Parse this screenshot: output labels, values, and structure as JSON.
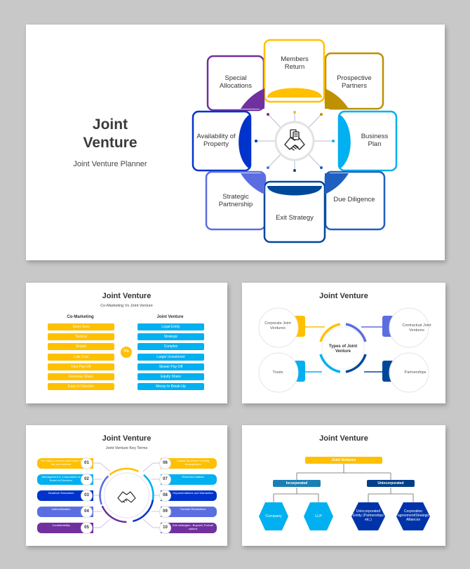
{
  "colors": {
    "yellow": "#ffc000",
    "olive": "#bf9000",
    "purple": "#7030a0",
    "blue": "#0033cc",
    "sky": "#00b0f0",
    "periwinkle": "#5b6ee1",
    "navy": "#00489a"
  },
  "icons": [
    "handshake-icon"
  ],
  "slide1": {
    "title": "Joint Venture",
    "subtitle": "Joint Venture Planner",
    "petals": {
      "top": "Members Return",
      "top_right": "Prospective Partners",
      "right": "Business Plan",
      "bottom_right": "Due Diligence",
      "bottom": "Exit Strategy",
      "bottom_left": "Strategic Partnership",
      "left": "Availability of Property",
      "top_left": "Special Allocations"
    }
  },
  "slide2": {
    "title": "Joint Venture",
    "subtitle": "Co-Marketing Vs Joint Venture",
    "left_header": "Co-Marketing",
    "right_header": "Joint Venture",
    "vs": "Vs",
    "left_items": [
      "Short Term",
      "Tactical",
      "Simple",
      "Low Cost",
      "Fast Pay-Off",
      "Revenue Share",
      "Easy to Dissolve"
    ],
    "right_items": [
      "Legal Entity",
      "Strategic",
      "Complex",
      "Larger Investment",
      "Slower Pay-Off",
      "Equity Share",
      "Messy to Break-Up"
    ]
  },
  "slide3": {
    "title": "Joint Venture",
    "center": "Types of Joint Venture",
    "items": [
      "Corporate Joint Ventures",
      "Contractual Joint Ventures",
      "Trusts",
      "Partnerships"
    ]
  },
  "slide4": {
    "title": "Joint Venture",
    "subtitle": "Joint Venture Key Terms",
    "left_items": [
      {
        "num": "01",
        "label": "The object, process and scope of the joint venture"
      },
      {
        "num": "02",
        "label": "Management & Composition of Board of Directors"
      },
      {
        "num": "03",
        "label": "Deadlock Resolution"
      },
      {
        "num": "04",
        "label": "Indemnification"
      },
      {
        "num": "05",
        "label": "Confidentiality"
      }
    ],
    "right_items": [
      {
        "num": "06",
        "label": "Capital Structure/ Funding Arrangement"
      },
      {
        "num": "07",
        "label": "Reserved Matters"
      },
      {
        "num": "08",
        "label": "Representations and Warranties"
      },
      {
        "num": "09",
        "label": "Transfer Restrictions"
      },
      {
        "num": "10",
        "label": "Exit strategies - Buy/sell, Put/call options"
      }
    ]
  },
  "slide5": {
    "title": "Joint Venture",
    "root": "Joint Ventures",
    "incorporated": "Incorporated",
    "unincorporated": "Unincorporated",
    "leaves": [
      "Company",
      "LLP",
      "Unincorporated Entity (Partnerships etc.)",
      "Corporation agreement/Strategic Alliances"
    ]
  }
}
